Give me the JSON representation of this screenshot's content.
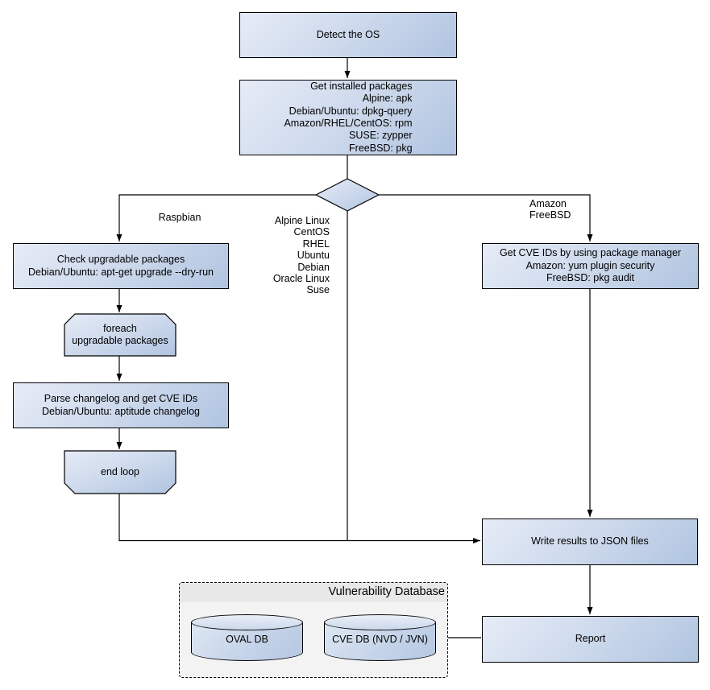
{
  "colors": {
    "canvas_bg": "#ffffff",
    "node_border": "#000000",
    "node_gradient_start": "#e6ecf7",
    "node_gradient_end": "#b0c4e0",
    "connector": "#000000",
    "database_container_bg": "#f3f3f3",
    "database_title_strip_bg": "#e8e8e8"
  },
  "flowchart": {
    "nodes": {
      "detect_os": {
        "label": "Detect the OS"
      },
      "get_installed_packages": {
        "lines": [
          "Get installed packages",
          "Alpine: apk",
          "Debian/Ubuntu: dpkg-query",
          "Amazon/RHEL/CentOS: rpm",
          "SUSE: zypper",
          "FreeBSD: pkg"
        ]
      },
      "check_upgradable": {
        "lines": [
          "Check upgradable packages",
          "Debian/Ubuntu: apt-get upgrade --dry-run"
        ]
      },
      "foreach_loop": {
        "lines": [
          "foreach",
          "upgradable  packages"
        ]
      },
      "parse_changelog": {
        "lines": [
          "Parse changelog and get  CVE IDs",
          "Debian/Ubuntu: aptitude changelog"
        ]
      },
      "end_loop": {
        "label": "end loop"
      },
      "get_cve_ids": {
        "lines": [
          "Get CVE IDs by using package manager",
          "Amazon: yum plugin security",
          "FreeBSD: pkg audit"
        ]
      },
      "write_results": {
        "label": "Write results to JSON files"
      },
      "report": {
        "label": "Report"
      }
    },
    "branch_labels": {
      "left": "Raspbian",
      "middle": [
        "Alpine Linux",
        "CentOS",
        "RHEL",
        "Ubuntu",
        "Debian",
        "Oracle Linux",
        "Suse"
      ],
      "right": [
        "Amazon",
        "FreeBSD"
      ]
    },
    "database": {
      "title": "Vulnerability Database",
      "cylinders": [
        "OVAL DB",
        "CVE DB (NVD / JVN)"
      ]
    }
  }
}
